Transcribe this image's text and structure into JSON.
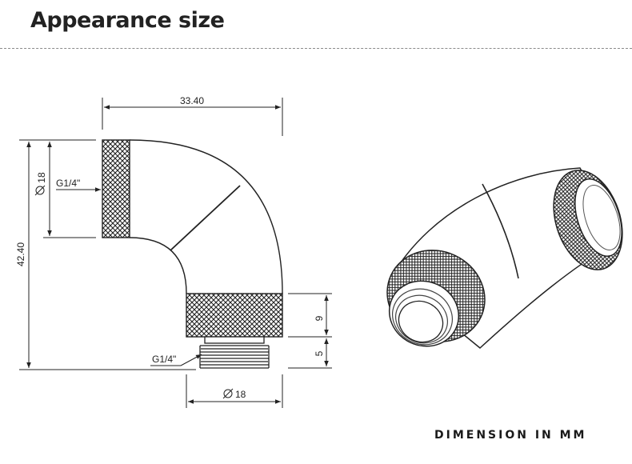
{
  "header": {
    "title": "Appearance size"
  },
  "dimensions": {
    "width": "33.40",
    "height": "42.40",
    "top_diameter": "18",
    "bottom_diameter": "18",
    "knurl_height": "9",
    "thread_height": "5",
    "top_thread": "G1/4\"",
    "bottom_thread": "G1/4\""
  },
  "footer": {
    "units_label": "DIMENSION IN MM"
  }
}
